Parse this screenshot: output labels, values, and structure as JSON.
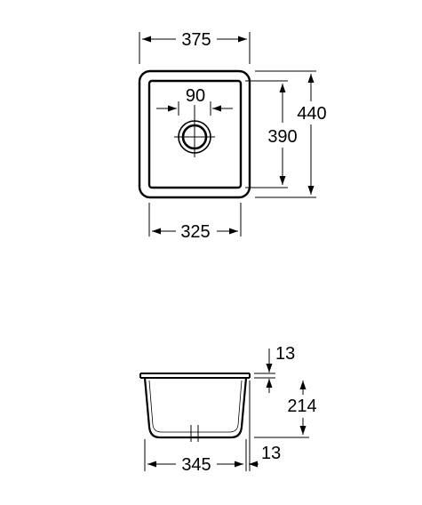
{
  "top_view": {
    "width_outer": "375",
    "width_inner": "325",
    "height_outer": "440",
    "height_inner": "390",
    "drain": "90"
  },
  "side_view": {
    "rim": "13",
    "depth": "214",
    "bottom": "13",
    "width": "345"
  }
}
